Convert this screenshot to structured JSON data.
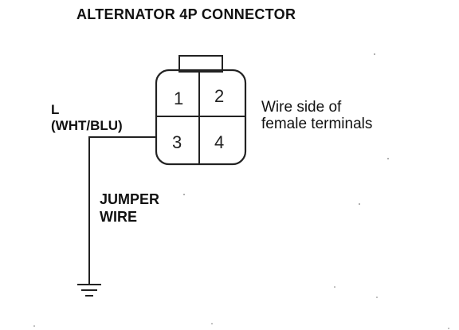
{
  "title": "ALTERNATOR 4P CONNECTOR",
  "wire_label": {
    "terminal": "L",
    "color": "(WHT/BLU)"
  },
  "jumper_label": [
    "JUMPER",
    "WIRE"
  ],
  "side_note": [
    "Wire side of",
    "female terminals"
  ],
  "connector": {
    "terminals": [
      "1",
      "2",
      "3",
      "4"
    ]
  }
}
